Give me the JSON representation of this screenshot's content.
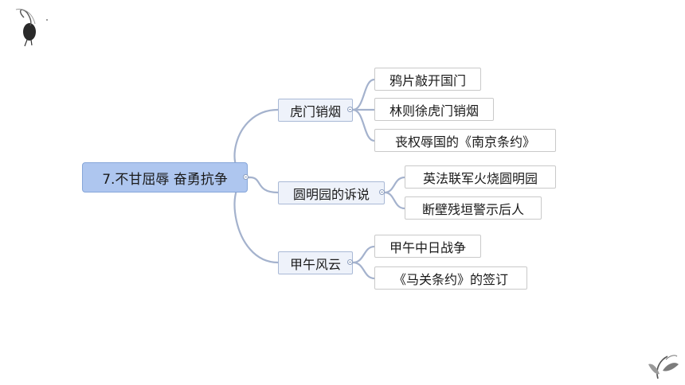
{
  "mindmap": {
    "root": {
      "label": "7.不甘屈辱  奋勇抗争"
    },
    "branches": [
      {
        "label": "虎门销烟",
        "children": [
          "鸦片敲开国门",
          "林则徐虎门销烟",
          "丧权辱国的《南京条约》"
        ]
      },
      {
        "label": "圆明园的诉说",
        "children": [
          "英法联军火烧圆明园",
          "断壁残垣警示后人"
        ]
      },
      {
        "label": "甲午风云",
        "children": [
          "甲午中日战争",
          "《马关条约》的签订"
        ]
      }
    ]
  },
  "decorations": {
    "top_left": "ink-bird-icon",
    "bottom_right": "ink-leaves-icon"
  },
  "colors": {
    "root_fill": "#aec6ef",
    "branch_fill": "#eef2fa",
    "connector": "#a4b2cd"
  }
}
